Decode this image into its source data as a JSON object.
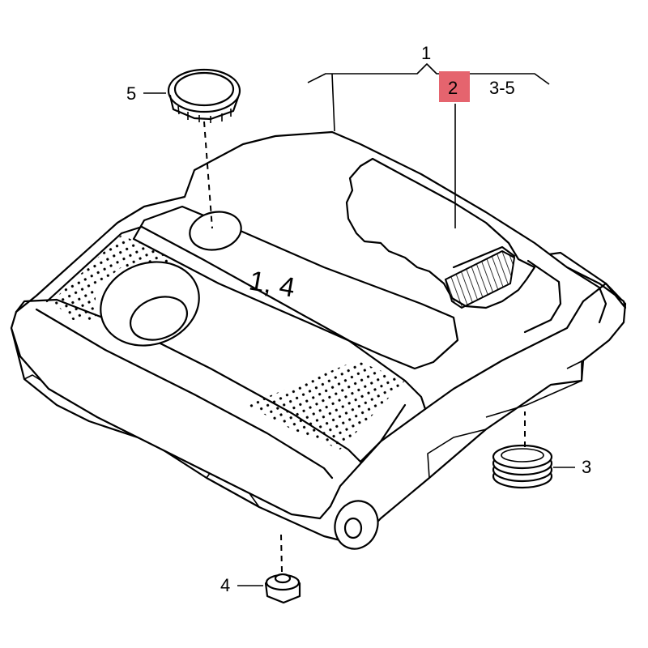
{
  "callouts": {
    "c1": "1",
    "c2": "2",
    "c3_5": "3-5",
    "c3": "3",
    "c4": "4",
    "c5": "5",
    "cover_text": "1, 4"
  },
  "highlight": {
    "target": "callout-2",
    "color": "#e5646e"
  }
}
